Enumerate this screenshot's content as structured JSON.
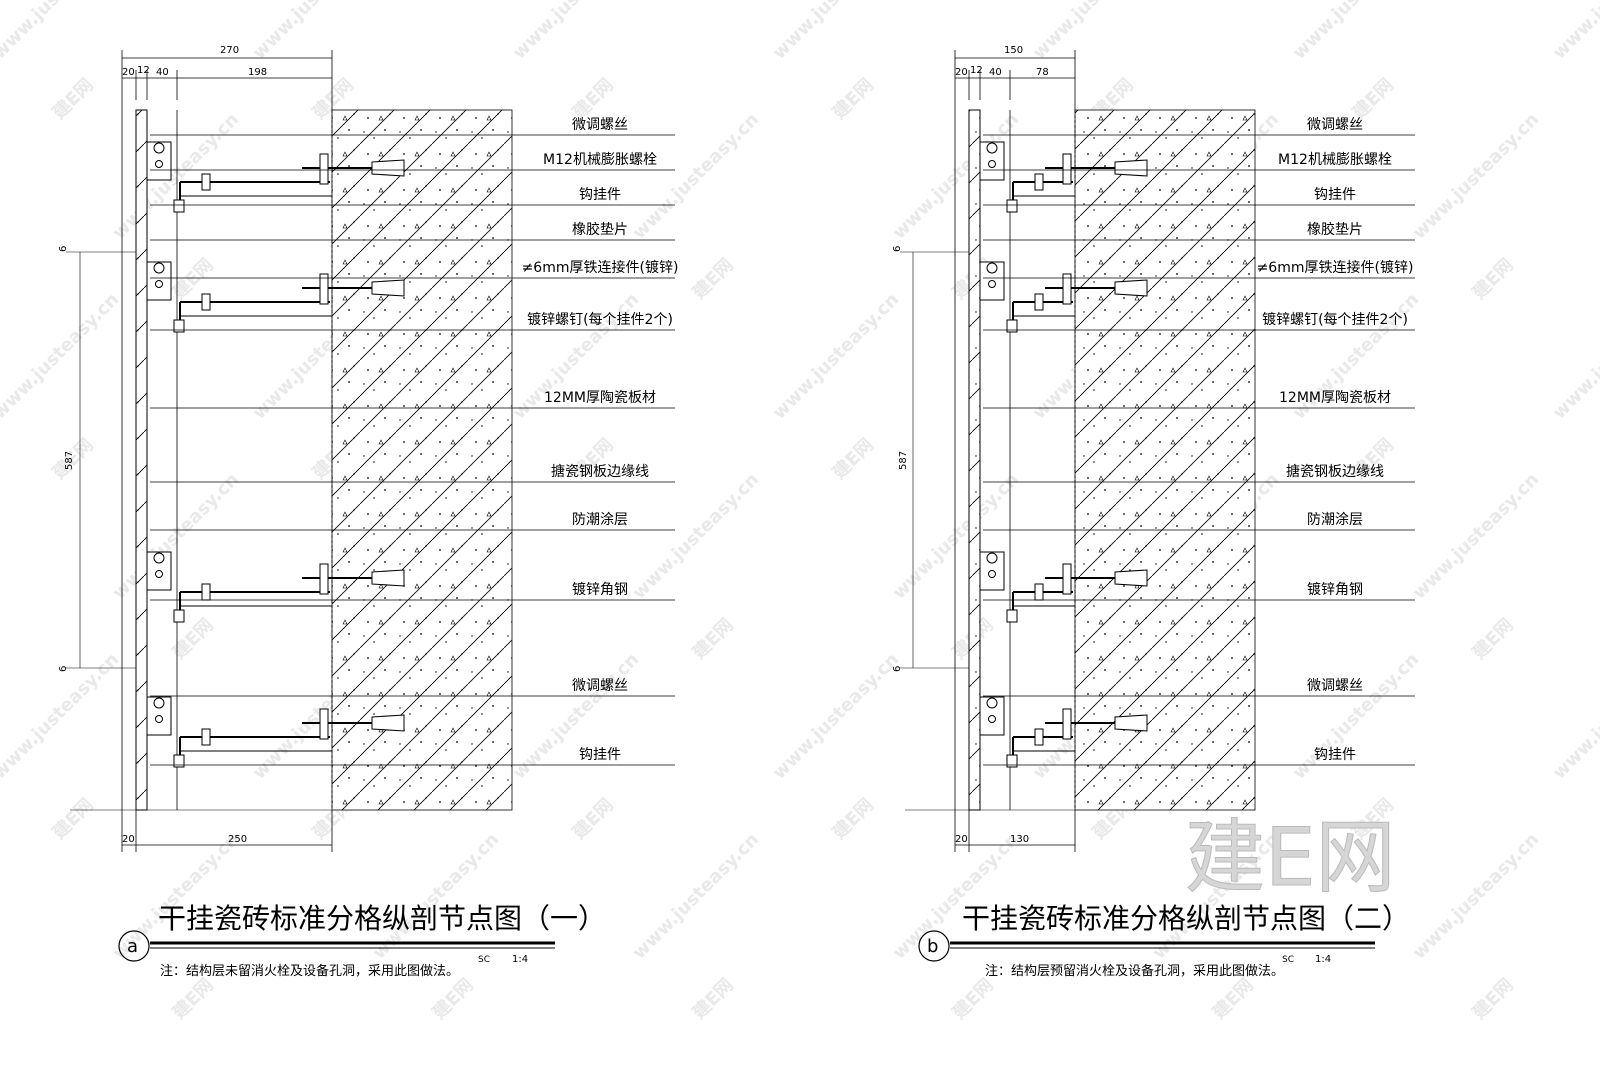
{
  "watermark": {
    "text": "www.justeasy.cn",
    "logo": "建E网"
  },
  "detail_a": {
    "dims_top": {
      "overall": "270",
      "seg1": "20",
      "seg2": "12",
      "seg3": "40",
      "seg4": "198"
    },
    "dims_left": {
      "gap_top": "6",
      "module": "587",
      "gap_bottom": "6"
    },
    "dims_bottom": {
      "seg1": "20",
      "seg2": "250"
    },
    "labels": [
      "微调螺丝",
      "M12机械膨胀螺栓",
      "钩挂件",
      "橡胶垫片",
      "≠6mm厚铁连接件(镀锌)",
      "镀锌螺钉(每个挂件2个)",
      "12MM厚陶瓷板材",
      "搪瓷钢板边缘线",
      "防潮涂层",
      "镀锌角钢",
      "微调螺丝",
      "钩挂件"
    ],
    "badge": "a",
    "title": "干挂瓷砖标准分格纵剖节点图（一）",
    "scale_prefix": "SC",
    "scale": "1:4",
    "note": "注：结构层未留消火栓及设备孔洞，采用此图做法。"
  },
  "detail_b": {
    "dims_top": {
      "overall": "150",
      "seg1": "20",
      "seg2": "12",
      "seg3": "40",
      "seg4": "78"
    },
    "dims_left": {
      "gap_top": "6",
      "module": "587",
      "gap_bottom": "6"
    },
    "dims_bottom": {
      "seg1": "20",
      "seg2": "130"
    },
    "labels": [
      "微调螺丝",
      "M12机械膨胀螺栓",
      "钩挂件",
      "橡胶垫片",
      "≠6mm厚铁连接件(镀锌)",
      "镀锌螺钉(每个挂件2个)",
      "12MM厚陶瓷板材",
      "搪瓷钢板边缘线",
      "防潮涂层",
      "镀锌角钢",
      "微调螺丝",
      "钩挂件"
    ],
    "badge": "b",
    "title": "干挂瓷砖标准分格纵剖节点图（二）",
    "scale_prefix": "SC",
    "scale": "1:4",
    "note": "注：结构层预留消火栓及设备孔洞，采用此图做法。"
  },
  "corner_logo": "建E网"
}
